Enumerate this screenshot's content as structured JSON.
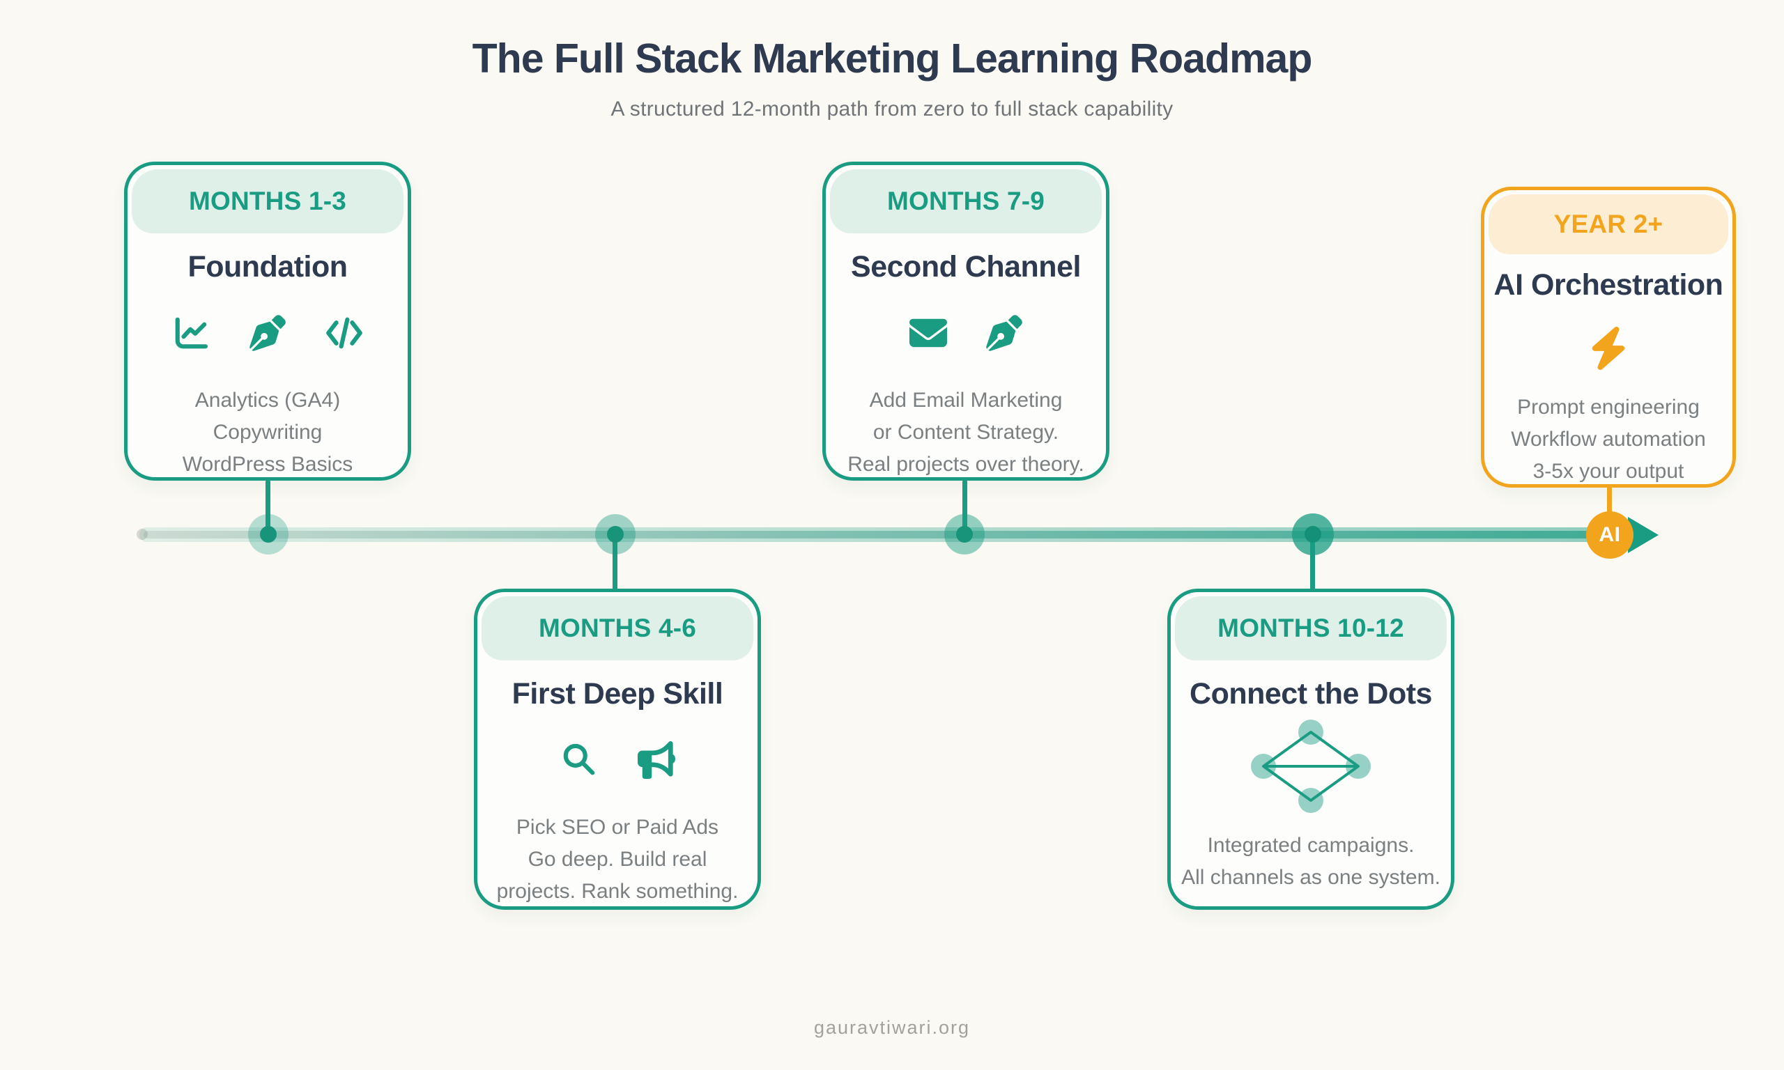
{
  "page": {
    "title": "The Full Stack Marketing Learning Roadmap",
    "subtitle": "A structured 12-month path from zero to full stack capability",
    "footer": "gauravtiwari.org"
  },
  "theme": {
    "teal": "#1A9C83",
    "teal_band": "#DFF0E9",
    "navy": "#2D3A4F",
    "body_gray": "#7A7F82",
    "orange": "#F3A41D",
    "orange_band": "#FCEDD3",
    "background": "#FAF9F3"
  },
  "timeline": {
    "ai_badge": "AI",
    "direction": "left-to-right",
    "dot_count": 4,
    "end_marker": "arrow-right"
  },
  "cards": [
    {
      "period": "MONTHS 1-3",
      "title": "Foundation",
      "icons": [
        "chart-line-icon",
        "pen-nib-icon",
        "code-icon"
      ],
      "lines": [
        "Analytics (GA4)",
        "Copywriting",
        "WordPress Basics"
      ],
      "accent": "teal",
      "position": "above-timeline"
    },
    {
      "period": "MONTHS 4-6",
      "title": "First Deep Skill",
      "icons": [
        "magnifying-glass-icon",
        "bullhorn-icon"
      ],
      "lines": [
        "Pick SEO or Paid Ads",
        "Go deep. Build real",
        "projects. Rank something."
      ],
      "accent": "teal",
      "position": "below-timeline"
    },
    {
      "period": "MONTHS 7-9",
      "title": "Second Channel",
      "icons": [
        "envelope-icon",
        "pen-nib-icon"
      ],
      "lines": [
        "Add Email Marketing",
        "or Content Strategy.",
        "Real projects over theory."
      ],
      "accent": "teal",
      "position": "above-timeline"
    },
    {
      "period": "MONTHS 10-12",
      "title": "Connect the Dots",
      "icons": [
        "network-diamond-icon"
      ],
      "lines": [
        "Integrated campaigns.",
        "All channels as one system."
      ],
      "accent": "teal",
      "position": "below-timeline"
    },
    {
      "period": "YEAR 2+",
      "title": "AI Orchestration",
      "icons": [
        "bolt-icon"
      ],
      "lines": [
        "Prompt engineering",
        "Workflow automation",
        "3-5x your output"
      ],
      "accent": "orange",
      "position": "above-timeline"
    }
  ]
}
